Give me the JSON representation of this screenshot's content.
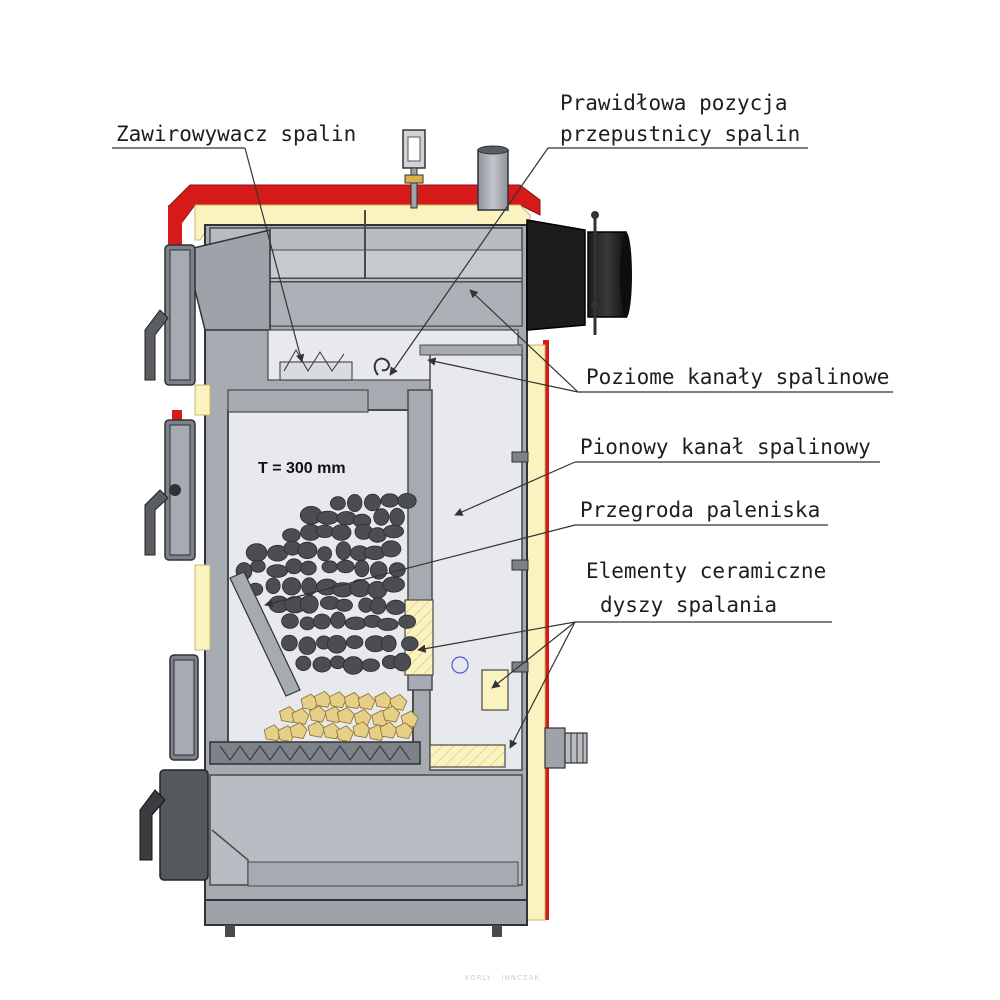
{
  "labels": {
    "swirler": "Zawirowywacz spalin",
    "damper_line1": "Prawidłowa pozycja",
    "damper_line2": "przepustnicy spalin",
    "horizontal_channels": "Poziome kanały spalinowe",
    "vertical_channel": "Pionowy kanał spalinowy",
    "furnace_baffle": "Przegroda paleniska",
    "ceramic_line1": "Elementy ceramiczne",
    "ceramic_line2": "dyszy spalania"
  },
  "chamber_note": "T = 300 mm",
  "watermark": "KORLY · INNCZAK",
  "colors": {
    "jacket_red": "#d61a1a",
    "insulation": "#fbf3bf",
    "steel_light": "#b9bcc2",
    "steel_mid": "#9a9ea6",
    "steel_dark": "#6e7279",
    "chamber": "#e8e9ec",
    "coal": "#4b4d52",
    "wood": "#e6cf86",
    "outline": "#2f3237"
  },
  "icons": [
    "thermometer-icon",
    "chimney-flue-icon",
    "door-handle-icon"
  ]
}
